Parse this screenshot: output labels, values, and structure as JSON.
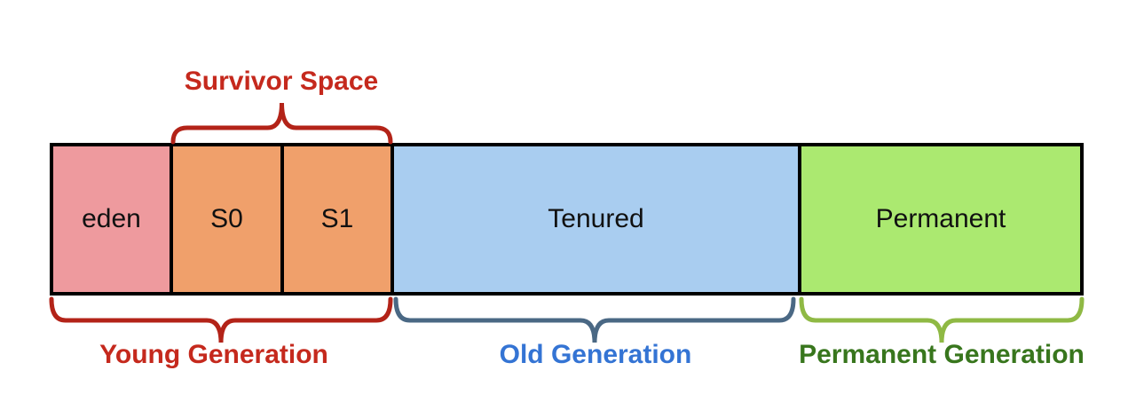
{
  "diagram": {
    "heap_blocks": [
      {
        "label": "eden",
        "color": "#ee9a9e"
      },
      {
        "label": "S0",
        "color": "#f0a06b"
      },
      {
        "label": "S1",
        "color": "#f0a06b"
      },
      {
        "label": "Tenured",
        "color": "#a9cdf0"
      },
      {
        "label": "Permanent",
        "color": "#abe970"
      }
    ],
    "labels": {
      "survivor_space": {
        "text": "Survivor Space",
        "color": "#c5291d"
      },
      "young_generation": {
        "text": "Young Generation",
        "color": "#c5291d"
      },
      "old_generation": {
        "text": "Old Generation",
        "color": "#3474d4"
      },
      "permanent_generation": {
        "text": "Permanent Generation",
        "color": "#38761d"
      }
    },
    "brace_colors": {
      "survivor": "#b32318",
      "young": "#b32318",
      "old": "#4a6884",
      "permanent": "#8fb944"
    }
  }
}
